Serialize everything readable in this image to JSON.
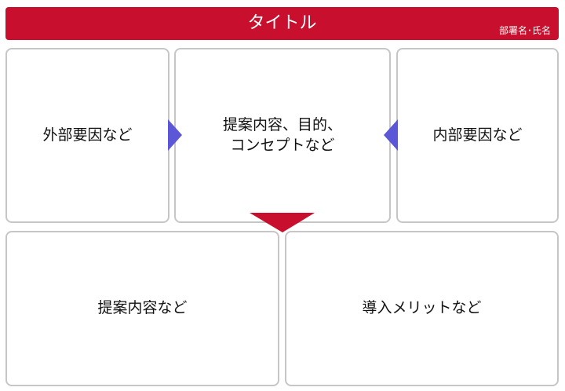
{
  "header": {
    "title": "タイトル",
    "subtitle": "部署名･氏名"
  },
  "boxes": {
    "external": "外部要因など",
    "center_line1": "提案内容、目的、",
    "center_line2": "コンセプトなど",
    "internal": "内部要因など",
    "proposal": "提案内容など",
    "merit": "導入メリットなど"
  },
  "colors": {
    "header": "#c8102e",
    "side_arrows": "#5b57d6",
    "down_arrow": "#c8102e",
    "box_border": "#c6c6c6"
  },
  "icons": {
    "left_arrow": "triangle-right-icon",
    "right_arrow": "triangle-left-icon",
    "down_arrow": "triangle-down-icon"
  }
}
